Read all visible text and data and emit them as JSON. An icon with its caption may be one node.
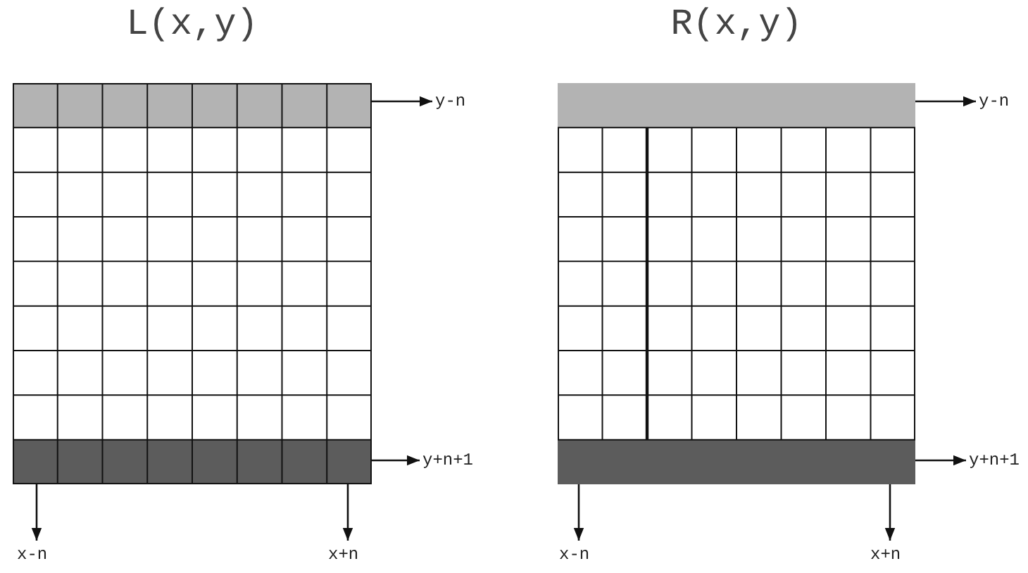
{
  "diagram": {
    "nodes": [
      {
        "text": [
          "L(x,y)"
        ]
      },
      {
        "text": [
          "y-n"
        ]
      },
      {
        "text": [
          "y+n+1"
        ]
      },
      {
        "text": [
          "x-n"
        ]
      },
      {
        "text": [
          "x+n"
        ]
      },
      {
        "text": [
          "R(x,y)"
        ]
      },
      {
        "text": [
          "y-n"
        ]
      },
      {
        "text": [
          "y+n+1"
        ]
      },
      {
        "text": [
          "x-n"
        ]
      },
      {
        "text": [
          "x+n"
        ]
      }
    ],
    "edges": [
      {
        "from": 0,
        "to": 1,
        "arrow": "to"
      },
      {
        "from": 0,
        "to": 2,
        "arrow": "to"
      },
      {
        "from": 0,
        "to": 3,
        "arrow": "to"
      },
      {
        "from": 0,
        "to": 4,
        "arrow": "to"
      },
      {
        "from": 5,
        "to": 6,
        "arrow": "to"
      },
      {
        "from": 5,
        "to": 7,
        "arrow": "to"
      },
      {
        "from": 5,
        "to": 8,
        "arrow": "to"
      },
      {
        "from": 5,
        "to": 9,
        "arrow": "to"
      }
    ]
  }
}
